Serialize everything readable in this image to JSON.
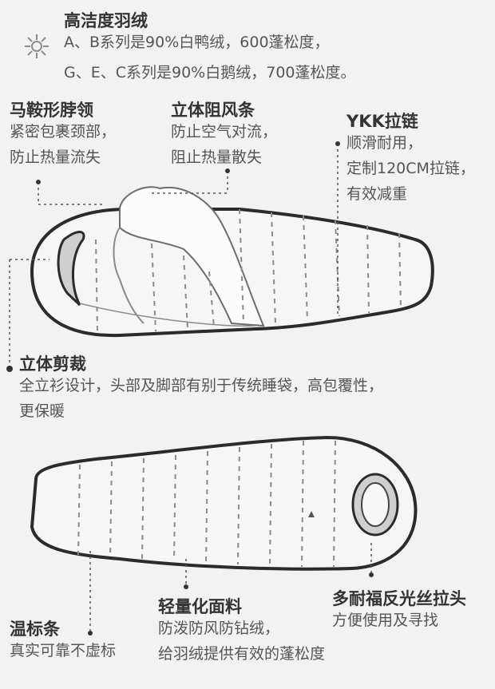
{
  "down": {
    "title": "高洁度羽绒",
    "line1": "A、B系列是90%白鸭绒，600蓬松度，",
    "line2": "G、E、C系列是90%白鹅绒，700蓬松度。",
    "icon": "down-feather-icon"
  },
  "collar": {
    "title": "马鞍形脖领",
    "line1": "紧密包裹颈部，",
    "line2": "防止热量流失"
  },
  "draft_tube": {
    "title": "立体阻风条",
    "line1": "防止空气对流，",
    "line2": "阻止热量散失"
  },
  "zipper": {
    "title": "YKK拉链",
    "line1": "顺滑耐用，",
    "line2": "定制120CM拉链，",
    "line3": "有效减重"
  },
  "cut": {
    "title": "立体剪裁",
    "line1": "全立衫设计，头部及脚部有别于传统睡袋，高包覆性，",
    "line2": "更保暖"
  },
  "temp_label": {
    "title": "温标条",
    "line1": "真实可靠不虚标"
  },
  "fabric": {
    "title": "轻量化面料",
    "line1": "防泼防风防钻绒，",
    "line2": "给羽绒提供有效的蓬松度"
  },
  "puller": {
    "title": "多耐福反光丝拉头",
    "line1": "方便使用及寻找"
  },
  "colors": {
    "outline": "#2b2b2b",
    "dash": "#8a8a8a",
    "fill": "#f6f6f6",
    "collar": "#cfcfcf"
  }
}
